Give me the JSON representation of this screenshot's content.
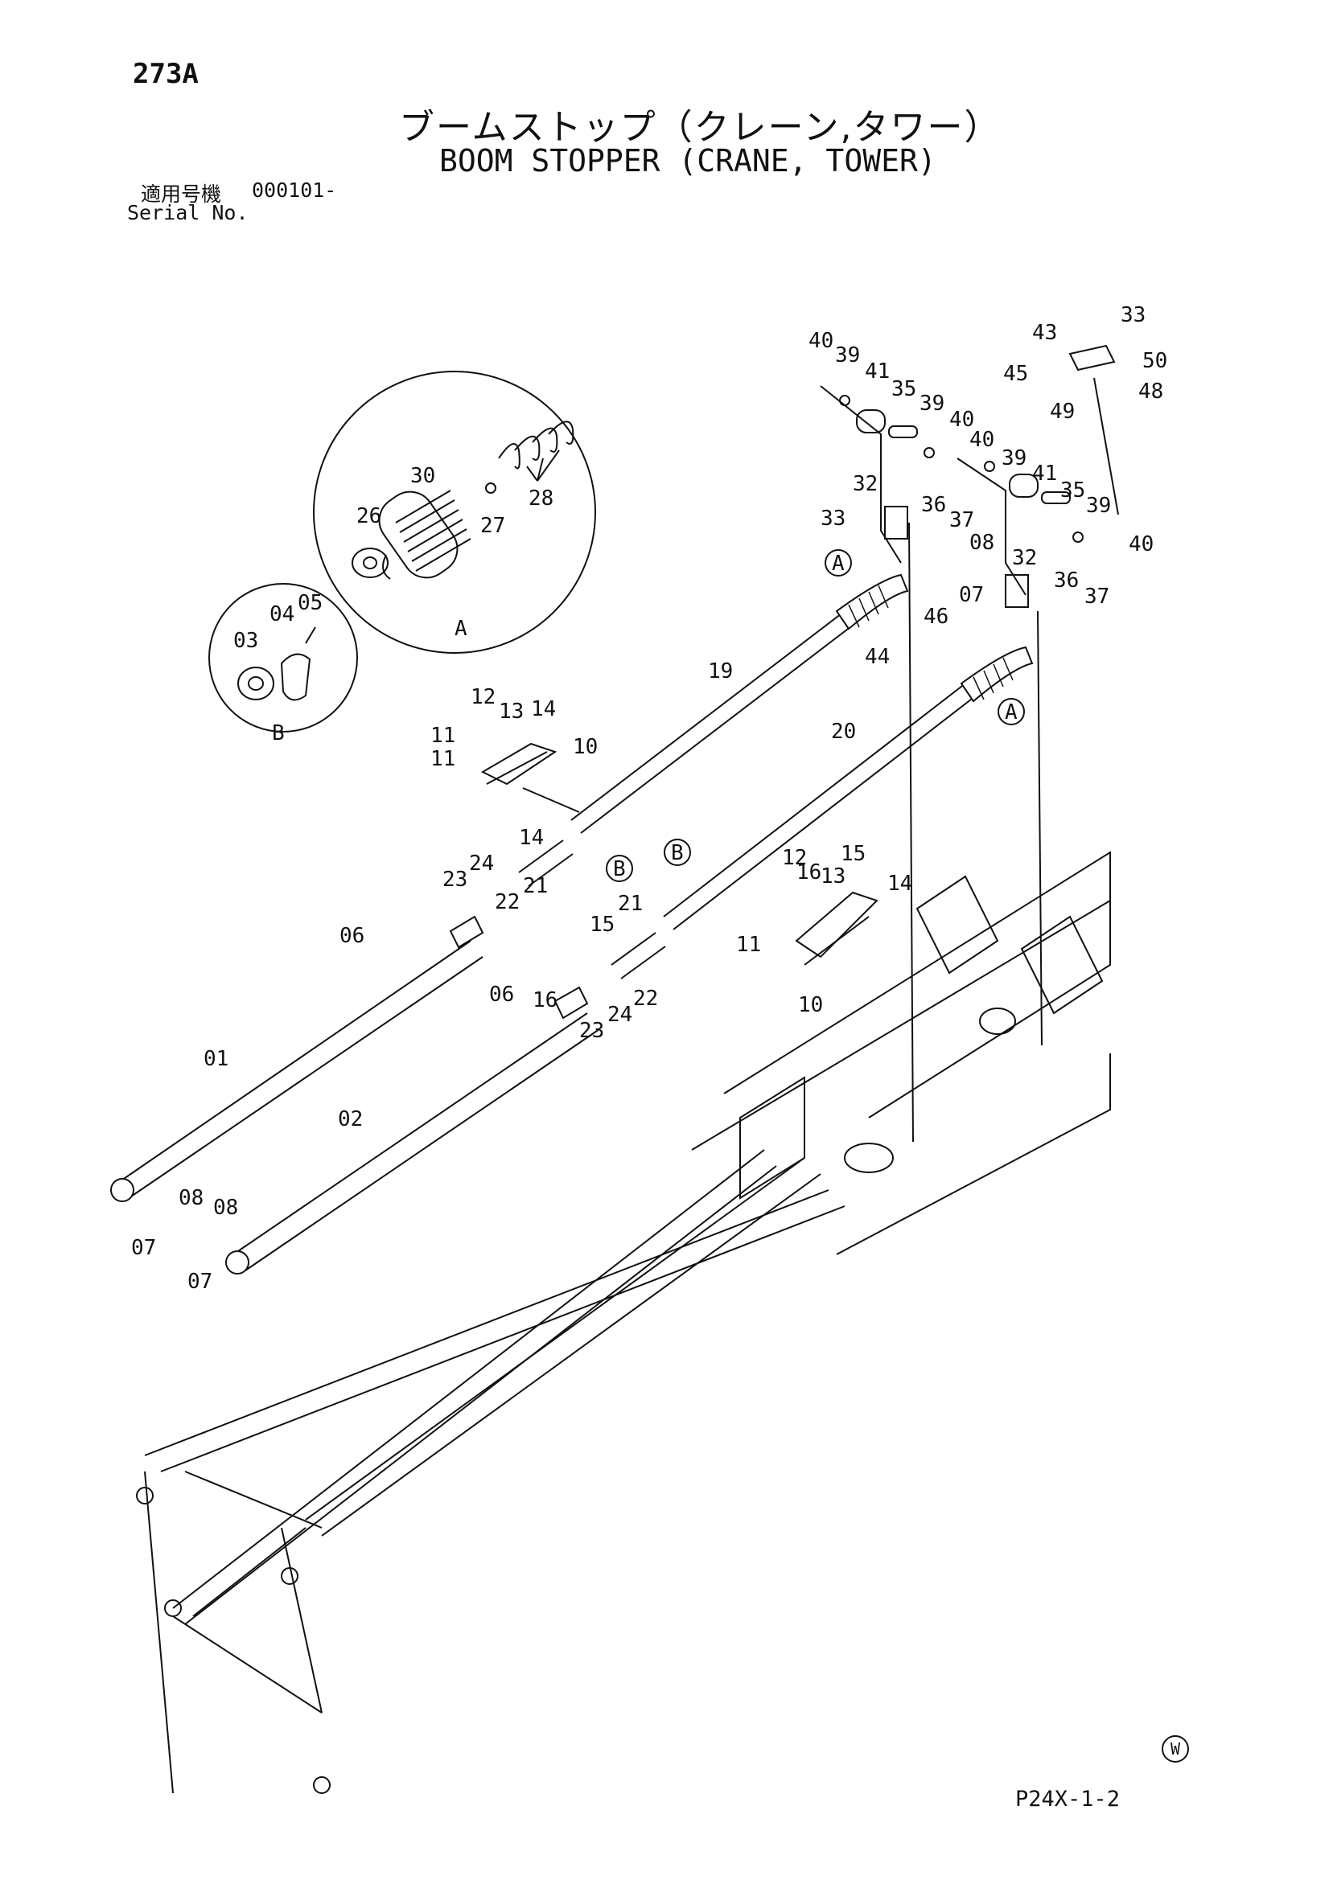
{
  "header": {
    "page_code": "273A",
    "title_jp": "ブームストップ（クレーン,タワー）",
    "title_en": "BOOM STOPPER (CRANE, TOWER)",
    "serial_label_jp": "適用号機",
    "serial_number": "000101-",
    "serial_label_en": "Serial No."
  },
  "footer": {
    "code": "P24X-1-2",
    "mark": "W"
  },
  "detail_views": {
    "a_label": "A",
    "b_label": "B"
  },
  "part_labels": {
    "p01": "01",
    "p02": "02",
    "p03": "03",
    "p04": "04",
    "p05": "05",
    "p06": "06",
    "p07": "07",
    "p08": "08",
    "p10": "10",
    "p11": "11",
    "p12": "12",
    "p13": "13",
    "p14": "14",
    "p15": "15",
    "p16": "16",
    "p19": "19",
    "p20": "20",
    "p21": "21",
    "p22": "22",
    "p23": "23",
    "p24": "24",
    "p26": "26",
    "p27": "27",
    "p28": "28",
    "p30": "30",
    "p32": "32",
    "p33": "33",
    "p35": "35",
    "p36": "36",
    "p37": "37",
    "p39": "39",
    "p40": "40",
    "p41": "41",
    "p43": "43",
    "p44": "44",
    "p45": "45",
    "p46": "46",
    "p48": "48",
    "p49": "49",
    "p50": "50"
  }
}
